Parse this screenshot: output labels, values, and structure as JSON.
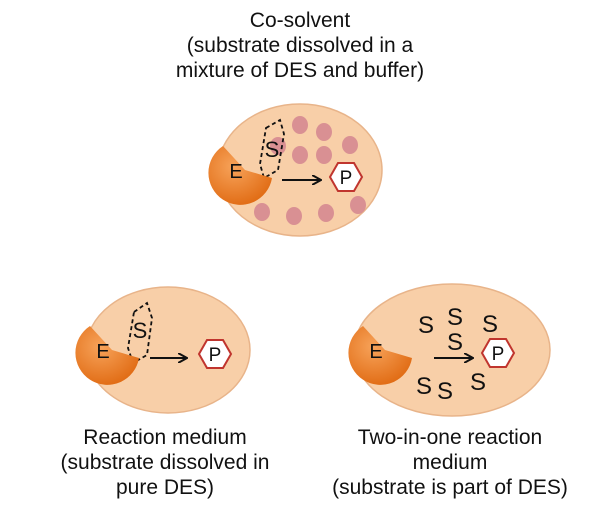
{
  "captions": {
    "cosolvent": {
      "line1": "Co-solvent",
      "line2": "(substrate dissolved in a",
      "line3": "mixture of DES and buffer)"
    },
    "reaction_medium": {
      "line1": "Reaction medium",
      "line2": "(substrate dissolved in",
      "line3": "pure DES)"
    },
    "two_in_one": {
      "line1": "Two-in-one reaction",
      "line2": "medium",
      "line3": "(substrate is part of DES)"
    }
  },
  "labels": {
    "enzyme": "E",
    "substrate": "S",
    "product": "P"
  },
  "colors": {
    "droplet_fill": "#f8cfa8",
    "droplet_stroke": "#e8b48a",
    "enzyme": "#e9731b",
    "buffer_dot": "#d99093",
    "product_hexagon": "#c0352e",
    "text": "#111111"
  }
}
